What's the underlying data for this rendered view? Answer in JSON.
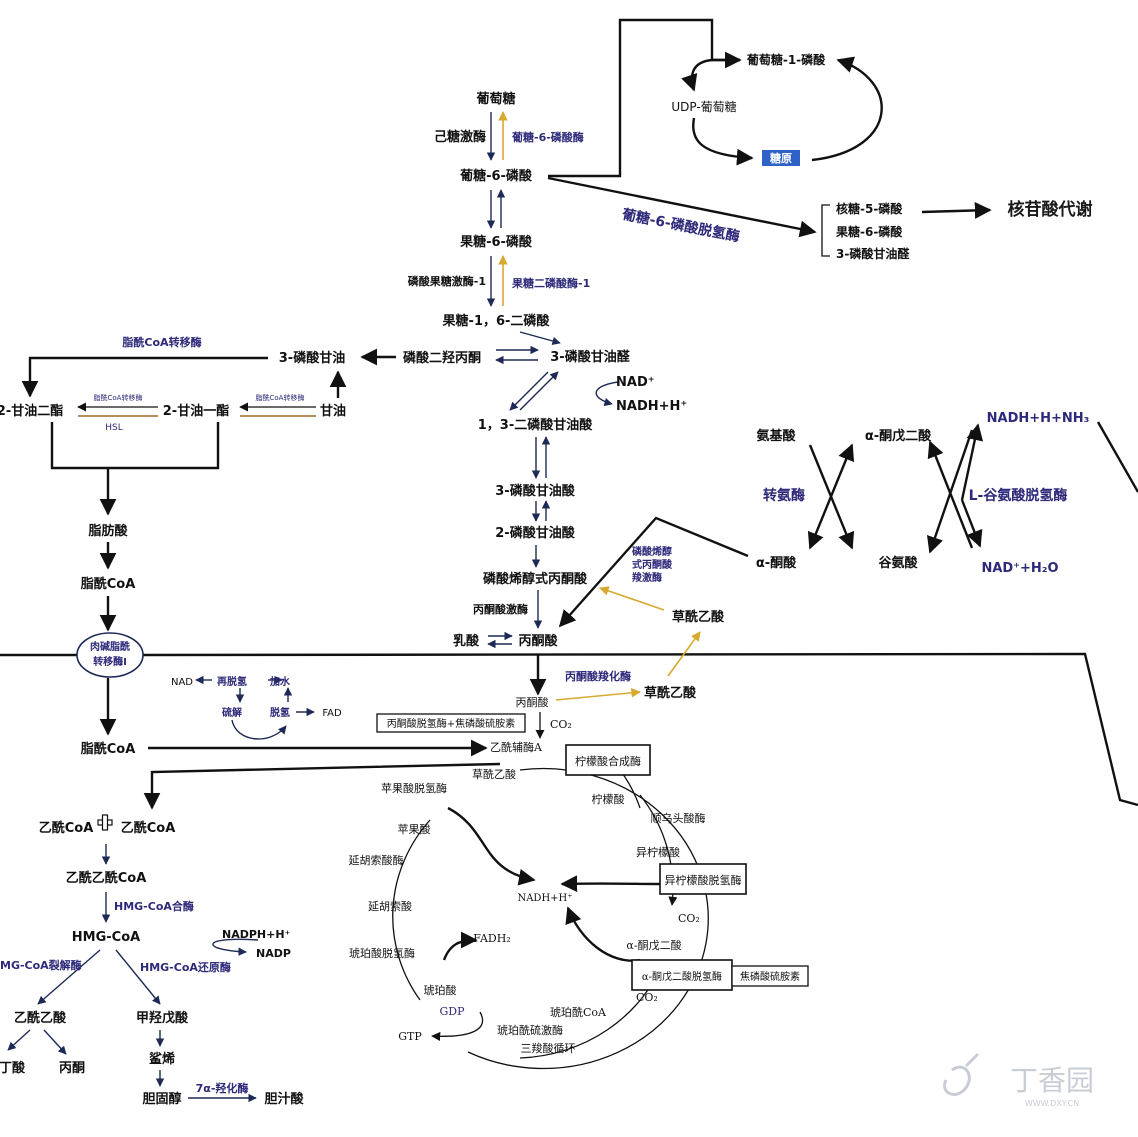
{
  "glycolysis": {
    "glucose": "葡萄糖",
    "hexokinase": "己糖激酶",
    "g6pase": "葡糖-6-磷酸酶",
    "g6p": "葡糖-6-磷酸",
    "f6p": "果糖-6-磷酸",
    "pfk1": "磷酸果糖激酶-1",
    "fbp1": "果糖二磷酸酶-1",
    "f16bp": "果糖-1，6-二磷酸",
    "dhap": "磷酸二羟丙酮",
    "g3p_ald": "3-磷酸甘油醛",
    "nad_plus": "NAD⁺",
    "nadh_h": "NADH+H⁺",
    "bpg13": "1，3-二磷酸甘油酸",
    "pg3": "3-磷酸甘油酸",
    "pg2": "2-磷酸甘油酸",
    "pep": "磷酸烯醇式丙酮酸",
    "pyruvate_kinase": "丙酮酸激酶",
    "lactate": "乳酸",
    "pyruvate": "丙酮酸"
  },
  "glycogen": {
    "g1p": "葡萄糖-1-磷酸",
    "udp_glucose": "UDP-葡萄糖",
    "glycogen": "糖原"
  },
  "ppp": {
    "enzyme": "葡糖-6-磷酸脱氢酶",
    "r5p": "核糖-5-磷酸",
    "f6p": "果糖-6-磷酸",
    "g3p": "3-磷酸甘油醛",
    "nucleotide": "核苷酸代谢"
  },
  "lipid": {
    "acyl_transferase": "脂酰CoA转移酶",
    "glycerol3p": "3-磷酸甘油",
    "diacylglycerol": "2-甘油二酯",
    "monoacylglycerol": "2-甘油一酯",
    "glycerol": "甘油",
    "small_transferase_1": "脂酰CoA转移酶",
    "small_transferase_2": "脂酰CoA转移酶",
    "hsl": "HSL",
    "fatty_acid": "脂肪酸",
    "acyl_coa": "脂酰CoA",
    "carnitine_transferase": "肉碱脂酰\n转移酶I",
    "acyl_coa_2": "脂酰CoA",
    "nad": "NAD",
    "redehydro": "再脱氢",
    "hydration": "加水",
    "thiolysis": "硫解",
    "dehydro": "脱氢",
    "fad": "FAD"
  },
  "ketone": {
    "acetyl_pair_a": "乙酰CoA",
    "acetyl_pair_b": "乙酰CoA",
    "acetoacetyl_coa": "乙酰乙酰CoA",
    "hmg_synthase": "HMG-CoA合酶",
    "hmg_coa": "HMG-CoA",
    "nadph": "NADPH+H⁺",
    "nadp": "NADP",
    "hmg_lyase": "MG-CoA裂解酶",
    "hmg_reductase": "HMG-CoA还原酶",
    "acetoacetate": "乙酰乙酸",
    "mevalonate": "甲羟戊酸",
    "butyrate": "丁酸",
    "acetone": "丙酮",
    "squalene": "鲨烯",
    "cholesterol": "胆固醇",
    "hydroxylase": "7α-羟化酶",
    "bile_acid": "胆汁酸"
  },
  "amino": {
    "amino_acid": "氨基酸",
    "akg": "α-酮戊二酸",
    "transaminase": "转氨酶",
    "glu_dehydrogenase": "L-谷氨酸脱氢酶",
    "keto_acid": "α-酮酸",
    "glutamate": "谷氨酸",
    "nadh_nh3": "NADH+H+NH₃",
    "nad_h2o": "NAD⁺+H₂O",
    "pepck": "磷酸烯醇\n式丙酮酸\n羧激酶",
    "oaa": "草酰乙酸",
    "pyruvate_carboxylase": "丙酮酸羧化酶",
    "oaa2": "草酰乙酸"
  },
  "tca": {
    "pyruvate_small": "丙酮酸",
    "co2_top": "CO₂",
    "pdh": "丙酮酸脱氢酶+焦磷酸硫胺素",
    "acetyl_coa_a": "乙酰辅酶A",
    "citrate_synthase": "柠檬酸合成酶",
    "oaa": "草酰乙酸",
    "citrate": "柠檬酸",
    "aconitase": "顺乌头酸酶",
    "isocitrate": "异柠檬酸",
    "idh": "异柠檬酸脱氢酶",
    "co2_1": "CO₂",
    "akg": "α-酮戊二酸",
    "akgdh": "α-酮戊二酸脱氢酶",
    "tpp": "焦磷酸硫胺素",
    "co2_2": "CO₂",
    "succinyl_coa": "琥珀酰CoA",
    "sck": "琥珀酰硫激酶",
    "cycle_name": "三羧酸循环",
    "gdp": "GDP",
    "gtp": "GTP",
    "succinate": "琥珀酸",
    "sdh": "琥珀酸脱氢酶",
    "fadh2": "FADH₂",
    "fumarate": "延胡索酸",
    "fumarase": "延胡索酸酶",
    "malate": "苹果酸",
    "mdh": "苹果酸脱氢酶",
    "nadh": "NADH+H⁺"
  },
  "watermark": {
    "brand": "丁香园",
    "url": "WWW.DXY.CN"
  },
  "colors": {
    "ink": "#111111",
    "enzyme": "#2e2a7a",
    "reverse_arrow": "#d8a930",
    "glycogen_box": "#2f62c8"
  }
}
